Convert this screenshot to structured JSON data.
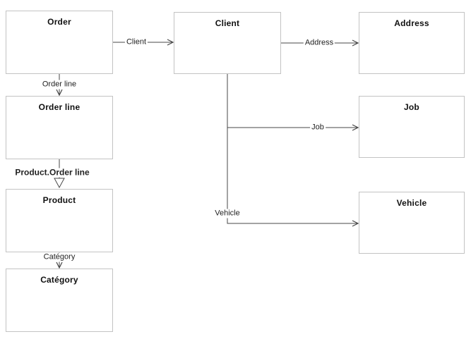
{
  "diagram": {
    "nodes": {
      "order": {
        "label": "Order"
      },
      "client": {
        "label": "Client"
      },
      "address": {
        "label": "Address"
      },
      "order_line": {
        "label": "Order line"
      },
      "job": {
        "label": "Job"
      },
      "product": {
        "label": "Product"
      },
      "vehicle": {
        "label": "Vehicle"
      },
      "category": {
        "label": "Catégory"
      }
    },
    "edges": {
      "order_client": {
        "label": "Client"
      },
      "client_address": {
        "label": "Address"
      },
      "order_orderline": {
        "label": "Order line"
      },
      "client_job": {
        "label": "Job"
      },
      "client_vehicle": {
        "label": "Vehicle"
      },
      "orderline_product": {
        "label": "Product.Order line"
      },
      "product_category": {
        "label": "Catégory"
      }
    },
    "colors": {
      "line": "#474747",
      "box_border": "#c3c3c3",
      "text": "#111111"
    }
  }
}
